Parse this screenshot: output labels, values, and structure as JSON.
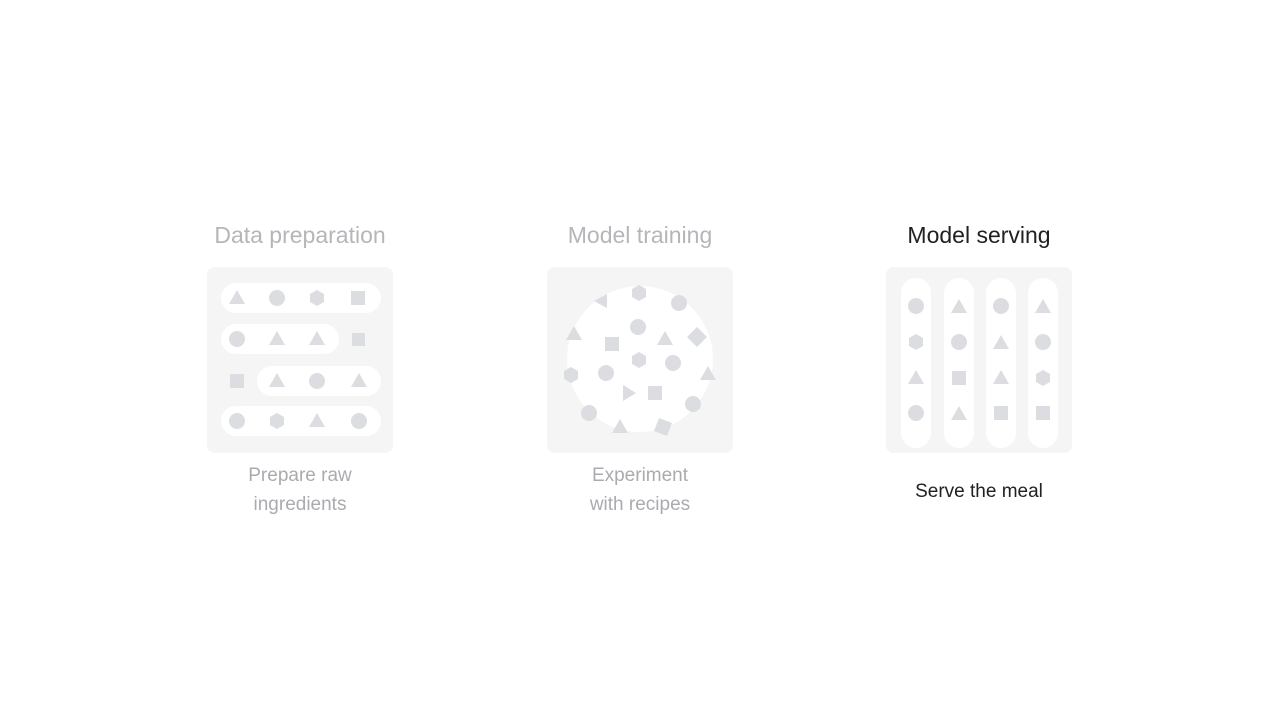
{
  "stages": [
    {
      "title": "Data preparation",
      "caption_lines": [
        "Prepare raw",
        "ingredients"
      ],
      "icon": "data-rows-icon",
      "state": "dimmed"
    },
    {
      "title": "Model training",
      "caption_lines": [
        "Experiment",
        "with recipes"
      ],
      "icon": "mixing-circle-icon",
      "state": "dimmed"
    },
    {
      "title": "Model serving",
      "caption_lines": [
        "Serve the meal"
      ],
      "icon": "serving-columns-icon",
      "state": "active"
    }
  ],
  "colors": {
    "background": "#ffffff",
    "active_text": "#202124",
    "dimmed_text": "#b4b6ba",
    "panel_background": "#f5f5f6",
    "shape_fill": "#dcdde0"
  }
}
